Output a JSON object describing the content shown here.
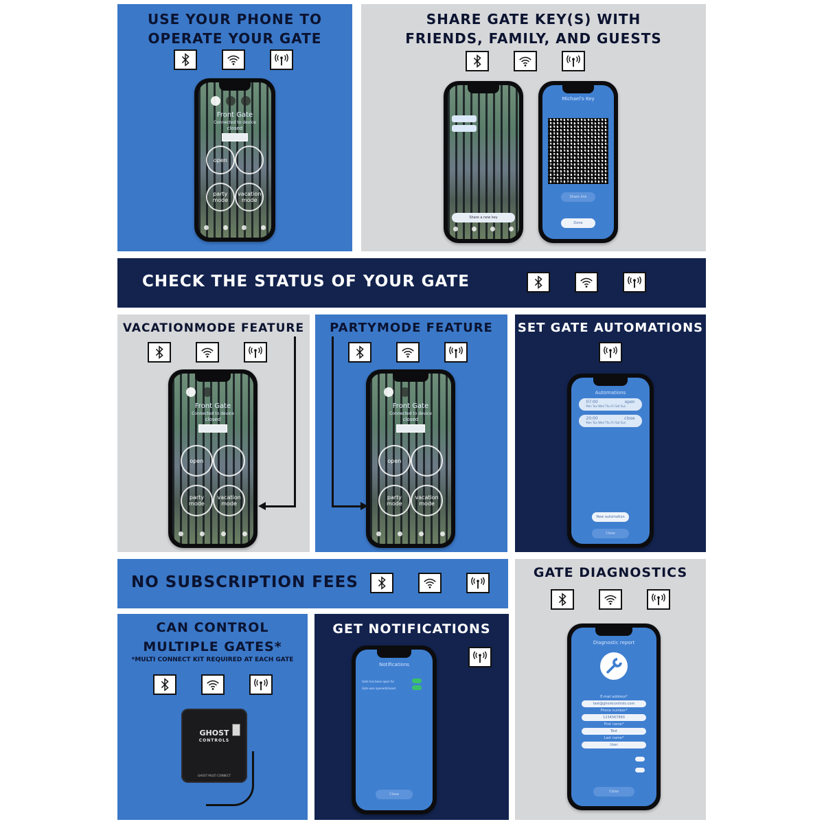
{
  "colors": {
    "blue": "#3b78c8",
    "grey": "#d6d7d9",
    "navy": "#13234e",
    "app_blue": "#3f7fd0"
  },
  "icons": [
    "bluetooth-icon",
    "wifi-icon",
    "antenna-icon"
  ],
  "panels": {
    "operate": {
      "title_line1": "USE YOUR PHONE TO",
      "title_line2": "OPERATE YOUR GATE"
    },
    "share": {
      "title_line1": "SHARE GATE KEY(S) WITH",
      "title_line2": "FRIENDS, FAMILY, AND GUESTS"
    },
    "status": {
      "title": "CHECK THE STATUS OF YOUR GATE"
    },
    "vacation": {
      "title": "VACATIONMODE FEATURE"
    },
    "party": {
      "title": "PARTYMODE FEATURE"
    },
    "automations": {
      "title": "SET GATE AUTOMATIONS"
    },
    "subscription": {
      "title": "NO SUBSCRIPTION FEES"
    },
    "diagnostics": {
      "title": "GATE DIAGNOSTICS"
    },
    "multi": {
      "title_line1": "CAN CONTROL",
      "title_line2": "MULTIPLE GATES*",
      "note": "*MULTI CONNECT KIT REQUIRED AT EACH GATE"
    },
    "notifications": {
      "title": "GET NOTIFICATIONS"
    }
  },
  "gate_screen": {
    "title": "Front Gate",
    "subtitle": "Connected to device",
    "state": "closed",
    "open_label": "open",
    "party_label": "party mode",
    "vacation_label": "vacation mode"
  },
  "key_screen": {
    "header": "Michael's Key",
    "share_button": "Share a new key",
    "share_link": "Share link",
    "done": "Done"
  },
  "automations_screen": {
    "header": "Automations",
    "rows": [
      {
        "time": "07:00",
        "action": "open",
        "days": "Mon  Tue  Wed  Thu  Fri  Sat  Sun"
      },
      {
        "time": "20:00",
        "action": "close",
        "days": "Mon  Tue  Wed  Thu  Fri  Sat  Sun"
      }
    ],
    "new_button": "New automation",
    "close_button": "Close"
  },
  "notifications_screen": {
    "header": "Notifications",
    "row1": "Gate has been open for",
    "row2": "Gate was opened/closed",
    "close_button": "Close"
  },
  "diagnostics_screen": {
    "header": "Diagnostic report",
    "email_label": "E-mail address*",
    "email_value": "test@ghostcontrols.com",
    "phone_label": "Phone number*",
    "phone_value": "1234567890",
    "first_label": "First name*",
    "first_value": "Test",
    "last_label": "Last name*",
    "last_value": "User",
    "close_button": "Close"
  },
  "device": {
    "brand": "GHOST",
    "brand_sub": "CONTROLS",
    "label": "GHOST MULTI CONNECT"
  }
}
